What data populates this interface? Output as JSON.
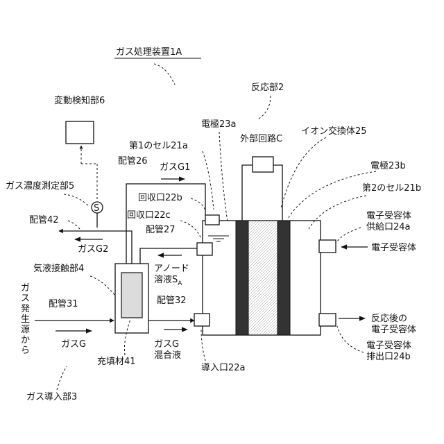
{
  "title": "ガス処理装置1A",
  "labels": {
    "reaction_part": "反応部2",
    "variation_detector": "変動検知部6",
    "electrode_a": "電極23a",
    "ion_exchanger": "イオン交換体25",
    "first_cell": "第1のセル21a",
    "external_circuit": "外部回路C",
    "pipe_26": "配管26",
    "gas_g1": "ガスG1",
    "electrode_b": "電極23b",
    "gas_concentration_meter": "ガス濃度測定部5",
    "return_port_b": "回収口22b",
    "second_cell": "第2のセル21b",
    "return_port_c": "回収口22c",
    "electron_acceptor_supply": [
      "電子受容体",
      "供給口24a"
    ],
    "pipe_42": "配管42",
    "pipe_27": "配管27",
    "gas_g2": "ガスG2",
    "electron_acceptor": "電子受容体",
    "anode_solution": [
      "アノード",
      "溶液S"
    ],
    "anode_subscript": "A",
    "gas_liquid_contact": "気液接触部4",
    "gas_source": [
      "ガ",
      "ス",
      "発",
      "生",
      "源",
      "か",
      "ら"
    ],
    "pipe_31": "配管31",
    "pipe_32": "配管32",
    "reacted_acceptor": [
      "反応後の",
      "電子受容体"
    ],
    "gas_g": "ガスG",
    "gas_g_mixed": [
      "ガスG",
      "混合液"
    ],
    "acceptor_discharge": [
      "電子受容体",
      "排出口24b"
    ],
    "filler": "充填材41",
    "inlet_port": "導入口22a",
    "gas_intro": "ガス導入部3",
    "sensor_symbol": "S"
  },
  "colors": {
    "line": "#111111",
    "electrode_fill": "#333333",
    "membrane_fill": "#dddddd",
    "filler_fill": "#dcdcdc"
  }
}
